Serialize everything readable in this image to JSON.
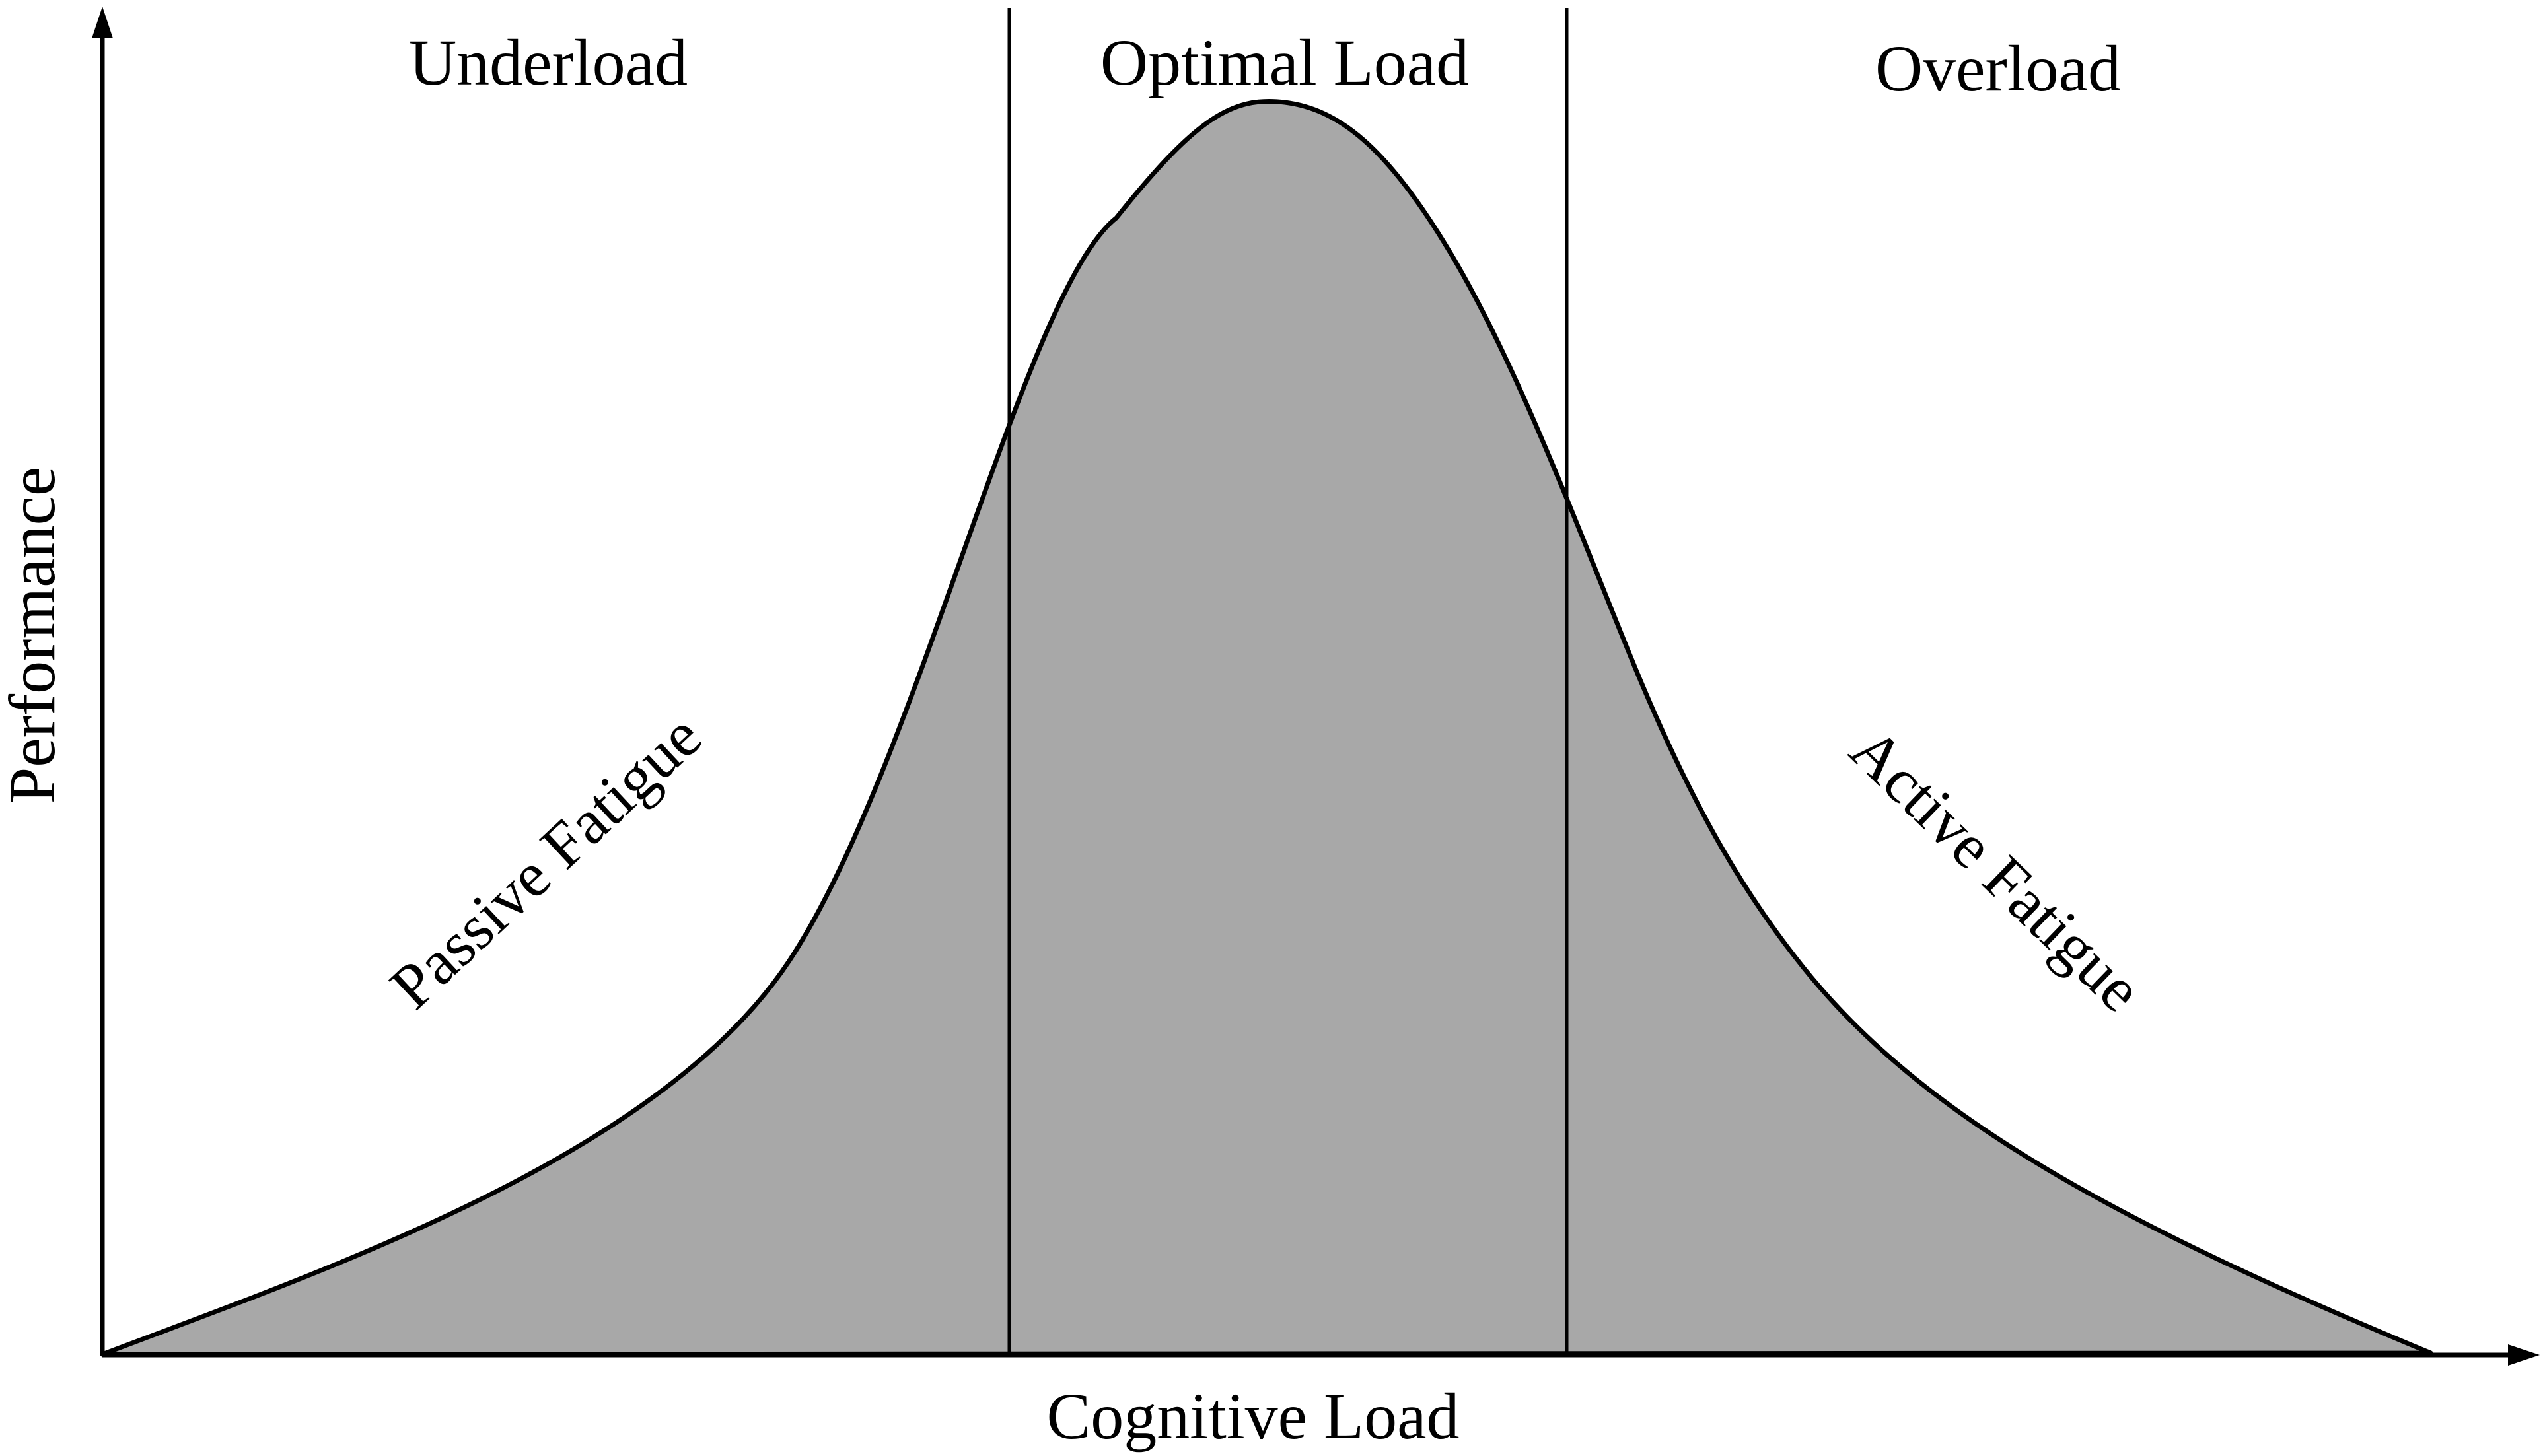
{
  "regions": {
    "underload": "Underload",
    "optimal": "Optimal Load",
    "overload": "Overload"
  },
  "axes": {
    "x_label": "Cognitive Load",
    "y_label": "Performance"
  },
  "annotations": {
    "passive_fatigue": "Passive Fatigue",
    "active_fatigue": "Active Fatigue"
  },
  "colors": {
    "curve_fill": "#a8a8a8",
    "stroke": "#000000",
    "background": "#ffffff"
  }
}
